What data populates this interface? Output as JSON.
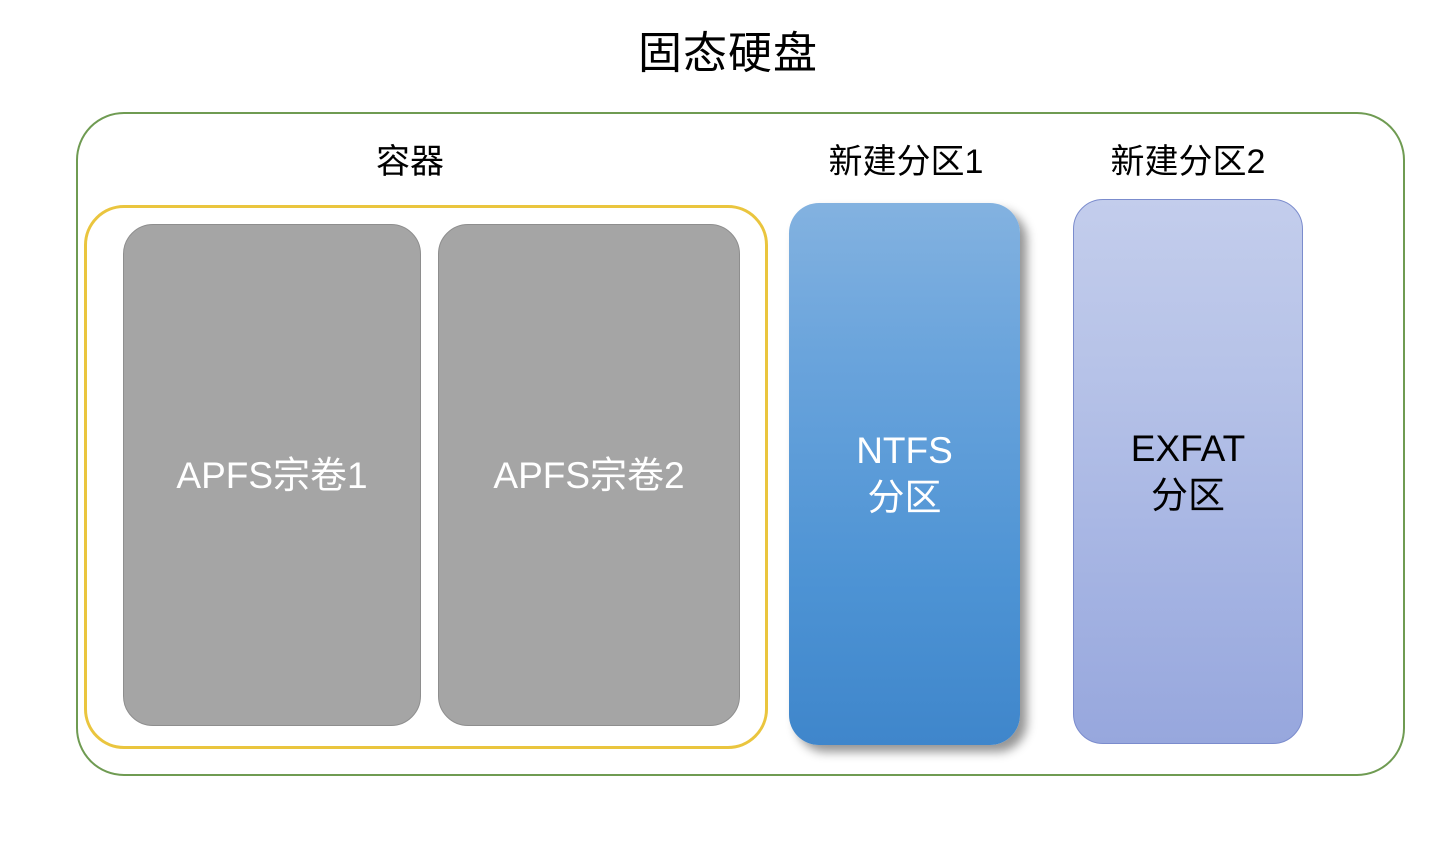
{
  "diagram": {
    "title": "固态硬盘",
    "type": "disk-partition-layout",
    "colors": {
      "disk_boundary": "#6f9b52",
      "container_boundary": "#eac53e",
      "apfs_volume_fill": "#a5a5a5",
      "ntfs_partition_fill": "#4d93d4",
      "exfat_partition_fill": "#a3b2e2",
      "page_background": "#ffffff",
      "text_dark": "#000000",
      "text_light": "#ffffff"
    }
  },
  "labels": {
    "container": "容器",
    "partition1": "新建分区1",
    "partition2": "新建分区2"
  },
  "blocks": {
    "apfs_volume_1": "APFS宗卷1",
    "apfs_volume_2": "APFS宗卷2",
    "ntfs_partition": "NTFS\n分区",
    "exfat_partition": "EXFAT\n分区"
  }
}
